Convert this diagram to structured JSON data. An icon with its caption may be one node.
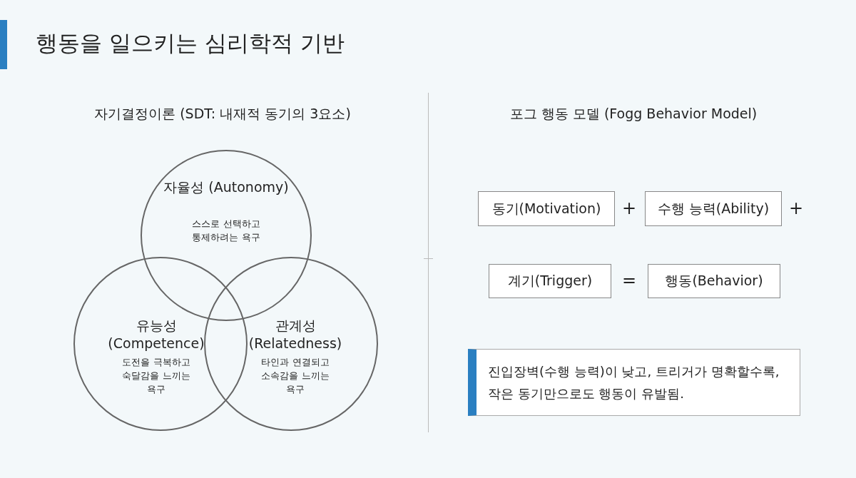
{
  "diagram": {
    "title": "행동을 일으키는 심리학적 기반",
    "nodes": [
      {
        "text": [
          "자율성 (Autonomy)",
          "스스로 선택하고 통제하려는 욕구"
        ]
      },
      {
        "text": [
          "유능성 (Competence)",
          "도전을 극복하고 숙달감을 느끼는 욕구"
        ]
      },
      {
        "text": [
          "관계성 (Relatedness)",
          "타인과 연결되고 소속감을 느끼는 욕구"
        ]
      },
      {
        "text": [
          "동기(Motivation)"
        ]
      },
      {
        "text": [
          "수행 능력(Ability)"
        ]
      },
      {
        "text": [
          "계기(Trigger)"
        ]
      },
      {
        "text": [
          "행동(Behavior)"
        ]
      },
      {
        "text": [
          "진입장벽(수행 능력)이 낮고, 트리거가 명확할수록, 작은 동기만으로도 행동이 유발됨."
        ]
      }
    ],
    "edges": [],
    "labels": [
      "자기결정이론 (SDT: 내재적 동기의 3요소)",
      "포그 행동 모델 (Fogg Behavior Model)",
      "+",
      "+",
      "="
    ]
  }
}
